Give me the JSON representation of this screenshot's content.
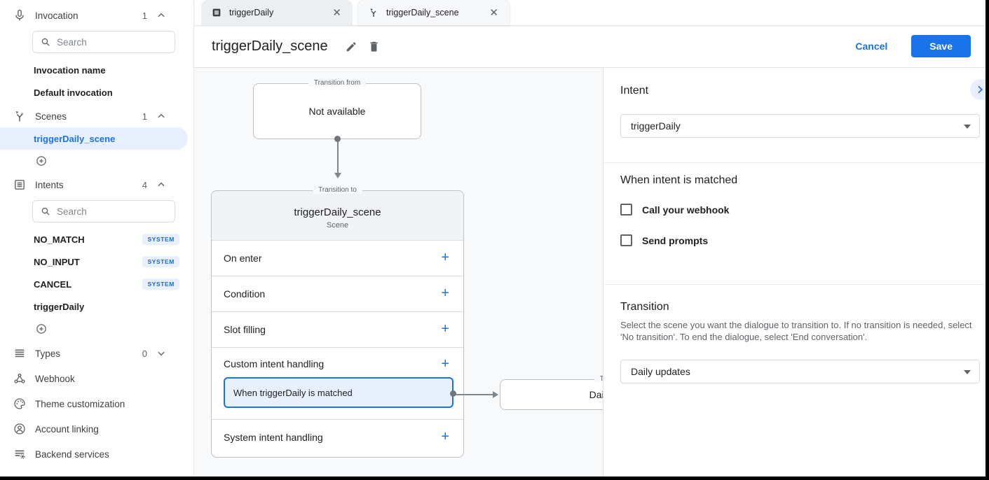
{
  "sidebar": {
    "search_placeholder": "Search",
    "sections": {
      "invocation": {
        "label": "Invocation",
        "count": "1"
      },
      "scenes": {
        "label": "Scenes",
        "count": "1"
      },
      "intents": {
        "label": "Intents",
        "count": "4"
      },
      "types": {
        "label": "Types",
        "count": "0"
      }
    },
    "invocation_items": [
      {
        "label": "Invocation name"
      },
      {
        "label": "Default invocation"
      }
    ],
    "scene_items": [
      {
        "label": "triggerDaily_scene"
      }
    ],
    "intent_items": [
      {
        "label": "NO_MATCH",
        "badge": "SYSTEM"
      },
      {
        "label": "NO_INPUT",
        "badge": "SYSTEM"
      },
      {
        "label": "CANCEL",
        "badge": "SYSTEM"
      },
      {
        "label": "triggerDaily",
        "badge": ""
      }
    ],
    "footer_items": [
      {
        "label": "Webhook"
      },
      {
        "label": "Theme customization"
      },
      {
        "label": "Account linking"
      },
      {
        "label": "Backend services"
      }
    ]
  },
  "tabs": [
    {
      "label": "triggerDaily"
    },
    {
      "label": "triggerDaily_scene"
    }
  ],
  "header": {
    "title": "triggerDaily_scene",
    "cancel_label": "Cancel",
    "save_label": "Save"
  },
  "canvas": {
    "from_box": {
      "legend": "Transition from",
      "text": "Not available"
    },
    "scene_box": {
      "legend": "Transition to",
      "title": "triggerDaily_scene",
      "subtitle": "Scene",
      "add_label": "+",
      "rows": [
        {
          "label": "On enter"
        },
        {
          "label": "Condition"
        },
        {
          "label": "Slot filling"
        },
        {
          "label": "Custom intent handling"
        },
        {
          "label": "System intent handling"
        }
      ],
      "sub_item": "When triggerDaily is matched"
    },
    "daily_box": {
      "legend": "Transition to",
      "text": "Daily updates"
    }
  },
  "panel": {
    "intent": {
      "heading": "Intent",
      "value": "triggerDaily"
    },
    "matched": {
      "heading": "When intent is matched",
      "checkboxes": [
        {
          "label": "Call your webhook",
          "checked": false
        },
        {
          "label": "Send prompts",
          "checked": false
        }
      ]
    },
    "transition": {
      "heading": "Transition",
      "description": "Select the scene you want the dialogue to transition to. If no transition is needed, select 'No transition'. To end the dialogue, select 'End conversation'.",
      "value": "Daily updates"
    }
  },
  "colors": {
    "accent": "#1a73e8",
    "selected_bg": "#e8f0fe",
    "badge_text": "#1967d2",
    "canvas_bg": "#f8f9fa"
  }
}
